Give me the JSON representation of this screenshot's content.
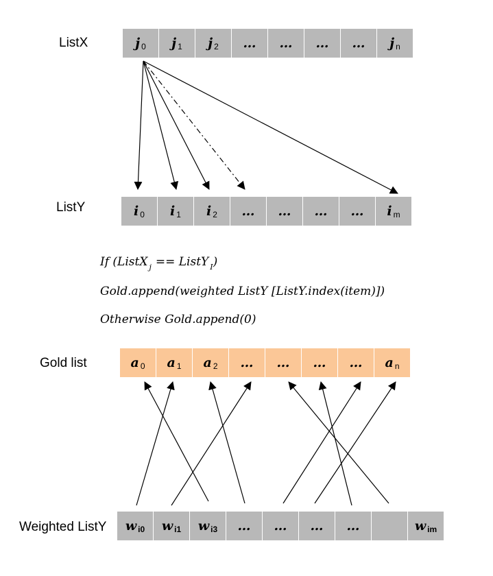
{
  "labels": {
    "listx": "ListX",
    "listy": "ListY",
    "gold": "Gold list",
    "weighted": "Weighted ListY"
  },
  "listx": [
    {
      "base": "j",
      "sub": "0"
    },
    {
      "base": "j",
      "sub": "1"
    },
    {
      "base": "j",
      "sub": "2"
    },
    {
      "base": "…",
      "sub": ""
    },
    {
      "base": "…",
      "sub": ""
    },
    {
      "base": "…",
      "sub": ""
    },
    {
      "base": "…",
      "sub": ""
    },
    {
      "base": "j",
      "sub": "n"
    }
  ],
  "listy": [
    {
      "base": "i",
      "sub": "0"
    },
    {
      "base": "i",
      "sub": "1"
    },
    {
      "base": "i",
      "sub": "2"
    },
    {
      "base": "…",
      "sub": ""
    },
    {
      "base": "…",
      "sub": ""
    },
    {
      "base": "…",
      "sub": ""
    },
    {
      "base": "…",
      "sub": ""
    },
    {
      "base": "i",
      "sub": "m"
    }
  ],
  "gold": [
    {
      "base": "a",
      "sub": "0"
    },
    {
      "base": "a",
      "sub": "1"
    },
    {
      "base": "a",
      "sub": "2"
    },
    {
      "base": "…",
      "sub": ""
    },
    {
      "base": "…",
      "sub": ""
    },
    {
      "base": "…",
      "sub": ""
    },
    {
      "base": "…",
      "sub": ""
    },
    {
      "base": "a",
      "sub": "n"
    }
  ],
  "weighted": [
    {
      "base": "w",
      "sub": "i0"
    },
    {
      "base": "w",
      "sub": "i1"
    },
    {
      "base": "w",
      "sub": "i3"
    },
    {
      "base": "…",
      "sub": ""
    },
    {
      "base": "…",
      "sub": ""
    },
    {
      "base": "…",
      "sub": ""
    },
    {
      "base": "…",
      "sub": ""
    },
    {
      "base": "",
      "sub": ""
    },
    {
      "base": "w",
      "sub": "im"
    }
  ],
  "formulas": {
    "line1_a": "If (ListX",
    "line1_sub": "j",
    "line1_b": "== ListY",
    "line1_sub2": "I",
    "line1_c": ")",
    "line2": "Gold.append(weighted ListY [ListY.index(item)])",
    "line3": "Otherwise Gold.append(0)"
  },
  "colors": {
    "list_fill": "#b8b8b8",
    "gold_fill": "#fbc797",
    "arrow": "#000000"
  }
}
